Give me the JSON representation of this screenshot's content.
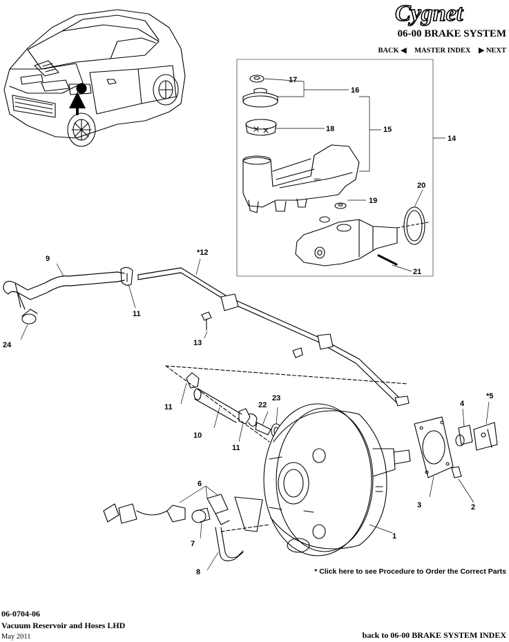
{
  "header": {
    "logo_text": "Cygnet",
    "section_title": "06-00 BRAKE SYSTEM",
    "nav": {
      "back": "BACK ◀",
      "master_index": "MASTER INDEX",
      "next": "▶ NEXT"
    }
  },
  "callouts": {
    "c1": "1",
    "c2": "2",
    "c3": "3",
    "c4": "4",
    "c5": "*5",
    "c6": "6",
    "c7": "7",
    "c8": "8",
    "c9": "9",
    "c10": "10",
    "c11a": "11",
    "c11b": "11",
    "c11c": "11",
    "c12": "*12",
    "c13": "13",
    "c14": "14",
    "c15": "15",
    "c16": "16",
    "c17": "17",
    "c18": "18",
    "c19": "19",
    "c20": "20",
    "c21": "21",
    "c22": "22",
    "c23": "23",
    "c24": "24"
  },
  "reservoir_label": "MIN",
  "order_link": "* Click here to see Procedure to Order the Correct Parts",
  "footer": {
    "code": "06-0704-06",
    "title": "Vacuum Reservoir and Hoses LHD",
    "date": "May 2011",
    "back_to_index": "back to 06-00 BRAKE SYSTEM INDEX"
  },
  "colors": {
    "ink": "#000000",
    "background": "#ffffff",
    "box": "#777777"
  }
}
